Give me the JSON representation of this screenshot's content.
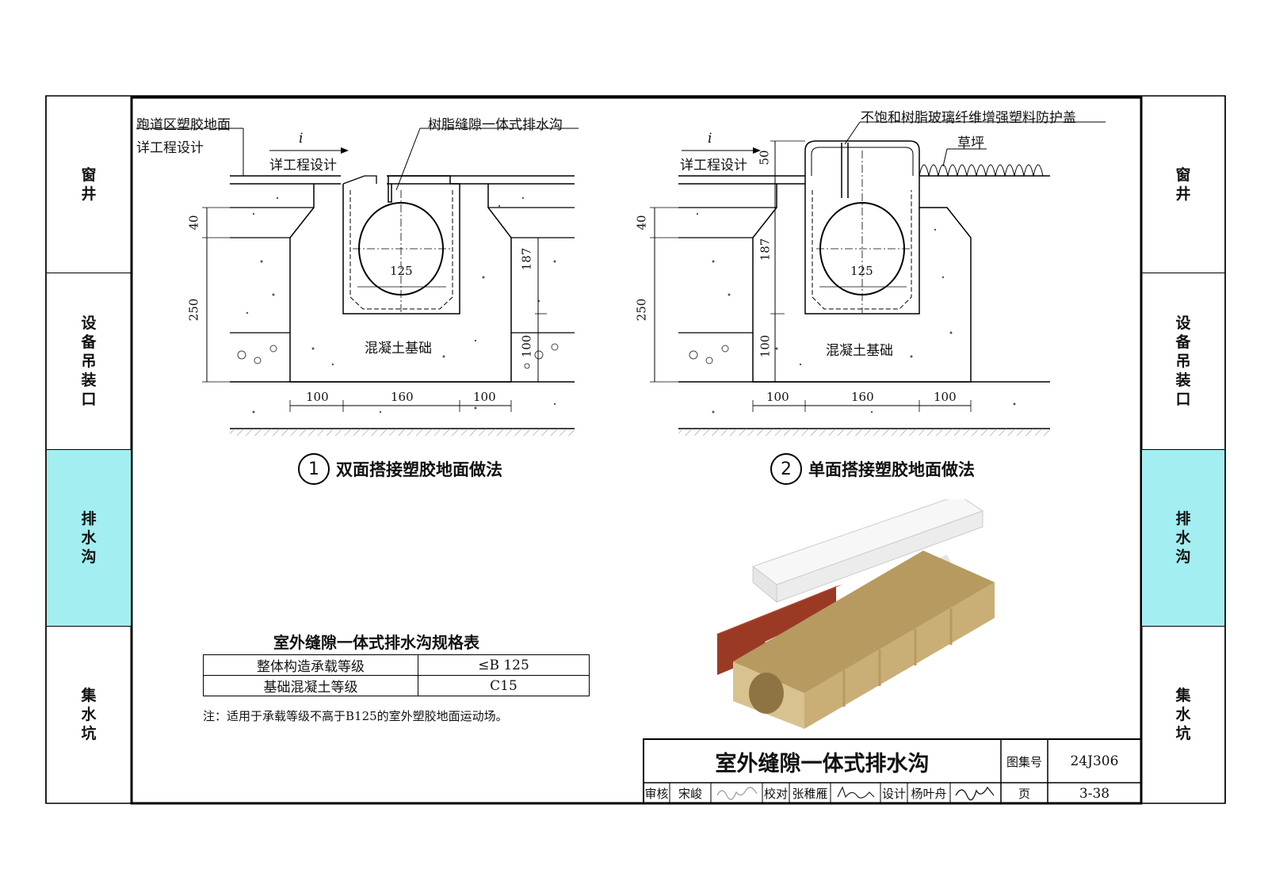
{
  "side_tabs": [
    "窗井",
    "设备吊装口",
    "排水沟",
    "集水坑"
  ],
  "active_tab_color": "#a3eef0",
  "figure1": {
    "label_surface": "跑道区塑胶地面",
    "label_detail": "详工程设计",
    "label_slope": "i",
    "label_detail2": "详工程设计",
    "label_drain": "树脂缝隙一体式排水沟",
    "label_concrete": "混凝土基础",
    "dims": {
      "d40": "40",
      "d250": "250",
      "d187": "187",
      "d100v": "100",
      "d125": "125",
      "w_left": "100",
      "w_mid": "160",
      "w_right": "100"
    },
    "caption_num": "1",
    "caption": "双面搭接塑胶地面做法"
  },
  "figure2": {
    "label_cover": "不饱和树脂玻璃纤维增强塑料防护盖",
    "label_grass": "草坪",
    "label_slope": "i",
    "label_detail": "详工程设计",
    "label_concrete": "混凝土基础",
    "dims": {
      "d50": "50",
      "d40": "40",
      "d250": "250",
      "d187": "187",
      "d100v": "100",
      "d125": "125",
      "w_left": "100",
      "w_mid": "160",
      "w_right": "100"
    },
    "caption_num": "2",
    "caption": "单面搭接塑胶地面做法"
  },
  "spec_table": {
    "title": "室外缝隙一体式排水沟规格表",
    "rows": [
      {
        "item": "整体构造承载等级",
        "value": "≤B 125"
      },
      {
        "item": "基础混凝土等级",
        "value": "C15"
      }
    ],
    "note": "注：适用于承载等级不高于B125的室外塑胶地面运动场。"
  },
  "title_block": {
    "title": "室外缝隙一体式排水沟",
    "atlas_label": "图集号",
    "atlas_no": "24J306",
    "review_label": "审核",
    "reviewer": "宋峻",
    "check_label": "校对",
    "checker": "张稚雁",
    "design_label": "设计",
    "designer": "杨叶舟",
    "page_label": "页",
    "page_no": "3-38"
  }
}
